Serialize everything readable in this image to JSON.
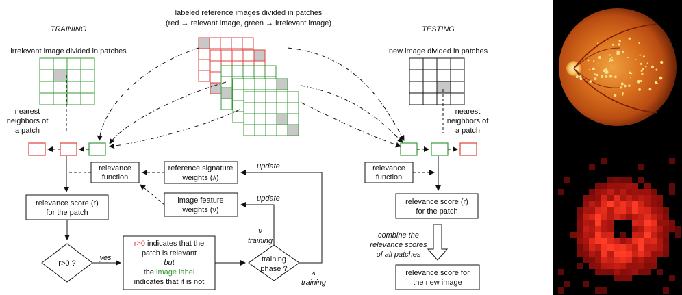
{
  "header": {
    "line1": "labeled reference images divided in patches",
    "line2": "(red → relevant image, green → irrelevant image)"
  },
  "training": {
    "title": "TRAINING",
    "grid_caption": "irrelevant image divided in patches",
    "nn_label": [
      "nearest",
      "neighbors of",
      "a patch"
    ],
    "relevance_function": [
      "relevance",
      "function"
    ],
    "relevance_score": [
      "relevance score (r)",
      "for the patch"
    ],
    "decision": "r>0 ?",
    "yes_label": "yes",
    "explain": {
      "line1_highlight": "r>0",
      "line1_rest": " indicates that the",
      "line2": "patch is relevant",
      "line3": "but",
      "line4_pre": "the ",
      "line4_highlight": "image label",
      "line5": "indicates that it is not"
    },
    "ref_weights": [
      "reference signature",
      "weights (λ)"
    ],
    "feat_weights": [
      "image feature",
      "weights (ν)"
    ],
    "update1": "update",
    "update2": "update",
    "phase": [
      "training",
      "phase ?"
    ],
    "nu_training": [
      "ν",
      "training"
    ],
    "lambda_training": [
      "λ",
      "training"
    ]
  },
  "testing": {
    "title": "TESTING",
    "grid_caption": "new image divided in patches",
    "nn_label": [
      "nearest",
      "neighbors of",
      "a patch"
    ],
    "relevance_function": [
      "relevance",
      "function"
    ],
    "relevance_score": [
      "relevance score (r)",
      "for the patch"
    ],
    "combine": [
      "combine the",
      "relevance scores",
      "of all patches"
    ],
    "final": [
      "relevance score for",
      "the new image"
    ]
  },
  "colors": {
    "relevant": "#e0403a",
    "irrelevant": "#3a9a3a",
    "neutral": "#111111",
    "highlight_cell": "#c8c8c8"
  },
  "icons": {
    "fundus": "retina-fundus-photo",
    "heatmap": "relevance-heatmap"
  }
}
